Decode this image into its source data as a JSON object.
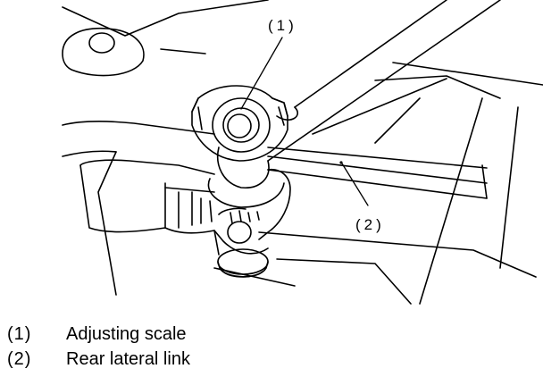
{
  "diagram": {
    "callouts": [
      {
        "id": "1",
        "label": "(1)"
      },
      {
        "id": "2",
        "label": "(2)"
      }
    ],
    "legend": [
      {
        "number": "(1)",
        "text": "Adjusting scale"
      },
      {
        "number": "(2)",
        "text": "Rear lateral link"
      }
    ],
    "colors": {
      "line": "#000000",
      "background": "#ffffff"
    }
  }
}
